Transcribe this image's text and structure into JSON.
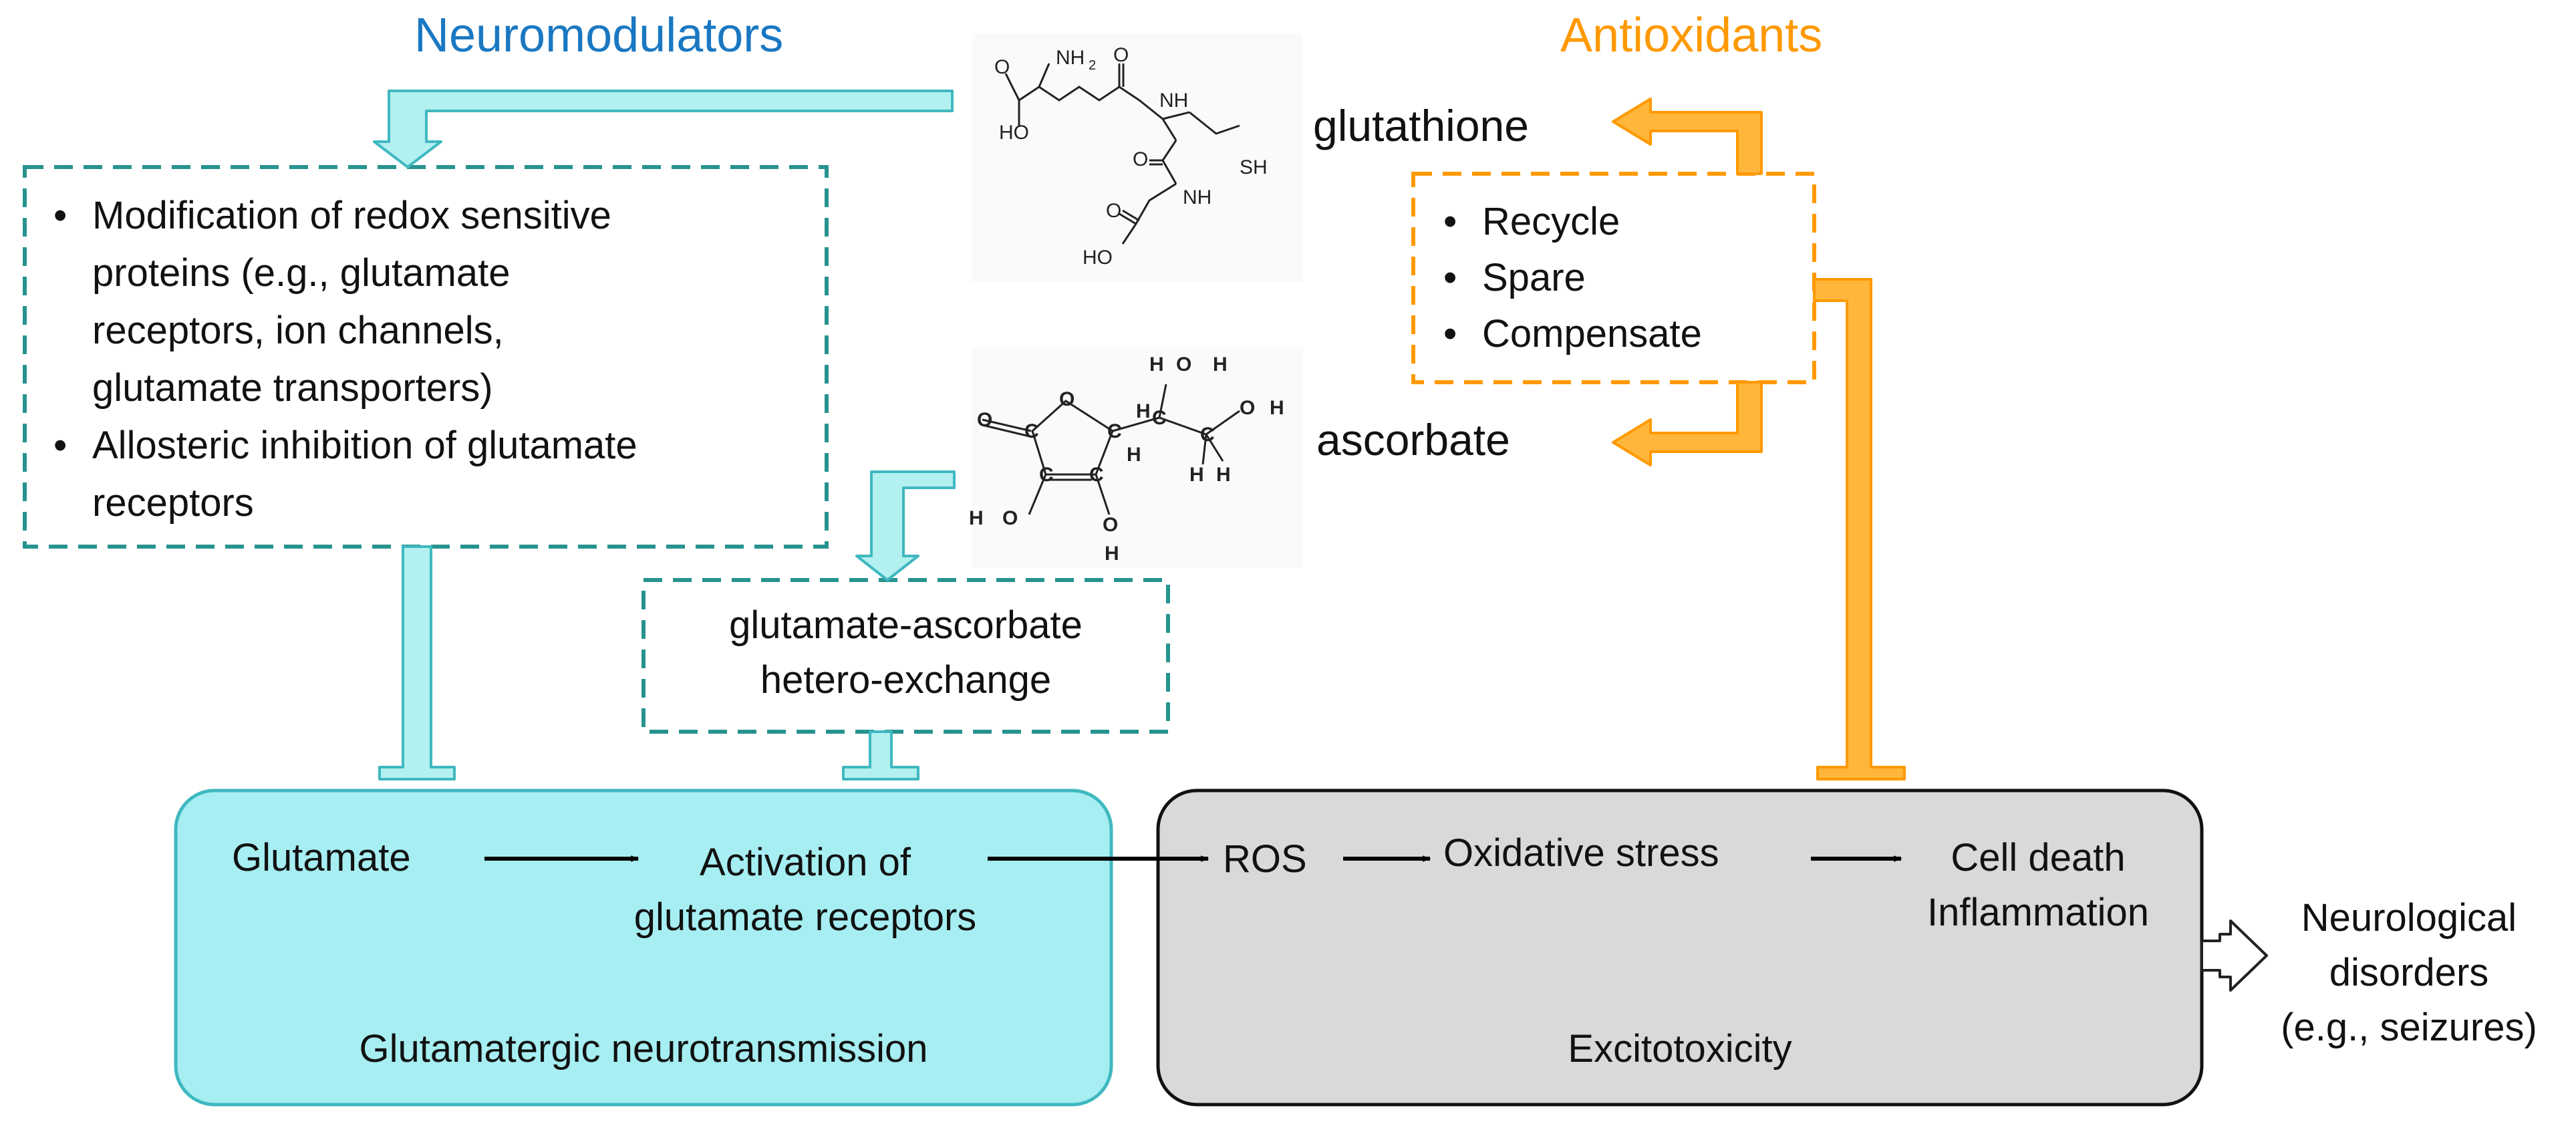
{
  "colors": {
    "neuro_blue": "#1a78c2",
    "antiox_orange": "#ff9900",
    "teal_dash": "#27938f",
    "cyan_arrow_fill": "#b3f0f0",
    "cyan_arrow_stroke": "#3fb8c0",
    "glutamatergic_fill": "#a6eef2",
    "excitotoxicity_fill": "#d9d9d9",
    "orange_arrow_fill": "#ffb63a"
  },
  "headings": {
    "neuromodulators": "Neuromodulators",
    "antioxidants": "Antioxidants"
  },
  "molecules": {
    "glutathione": "glutathione",
    "ascorbate": "ascorbate",
    "glutathione_atoms": {
      "nh2": "NH",
      "nh2_sub": "2",
      "o1": "O",
      "nh1": "NH",
      "ho1": "HO",
      "o2": "O",
      "o3": "O",
      "sh": "SH",
      "nh3": "NH",
      "o4": "O",
      "ho2": "HO"
    },
    "ascorbate_atoms": {
      "o_ring": "O",
      "o_left": "O",
      "c1": "C",
      "c2": "C",
      "c3": "C",
      "c4": "C",
      "c5": "C",
      "c6": "C",
      "h_top": "H",
      "o_top": "O",
      "h_topright": "H",
      "h_mid": "H",
      "o_right": "O",
      "h_right": "H",
      "h_c6a": "H",
      "h_c6b": "H",
      "h_c4": "H",
      "h_left_oh": "H",
      "o_left_oh": "O",
      "o_mid_oh": "O",
      "h_mid_oh": "H"
    }
  },
  "neuromodulator_box": {
    "items": [
      [
        "Modification of redox sensitive",
        "proteins (e.g., glutamate",
        "receptors, ion channels,",
        "glutamate transporters)"
      ],
      [
        "Allosteric inhibition of glutamate",
        "receptors"
      ]
    ]
  },
  "exchange_box": {
    "line1": "glutamate-ascorbate",
    "line2": "hetero-exchange"
  },
  "antioxidant_box": {
    "items": [
      "Recycle",
      "Spare",
      "Compensate"
    ]
  },
  "glutamatergic_box": {
    "step1": "Glutamate",
    "step2_line1": "Activation of",
    "step2_line2": "glutamate receptors",
    "caption": "Glutamatergic neurotransmission"
  },
  "excitotoxicity_box": {
    "step1": "ROS",
    "step2": "Oxidative stress",
    "step3_line1": "Cell death",
    "step3_line2": "Inflammation",
    "caption": "Excitotoxicity"
  },
  "outcome": {
    "line1": "Neurological",
    "line2": "disorders",
    "line3": "(e.g., seizures)"
  }
}
